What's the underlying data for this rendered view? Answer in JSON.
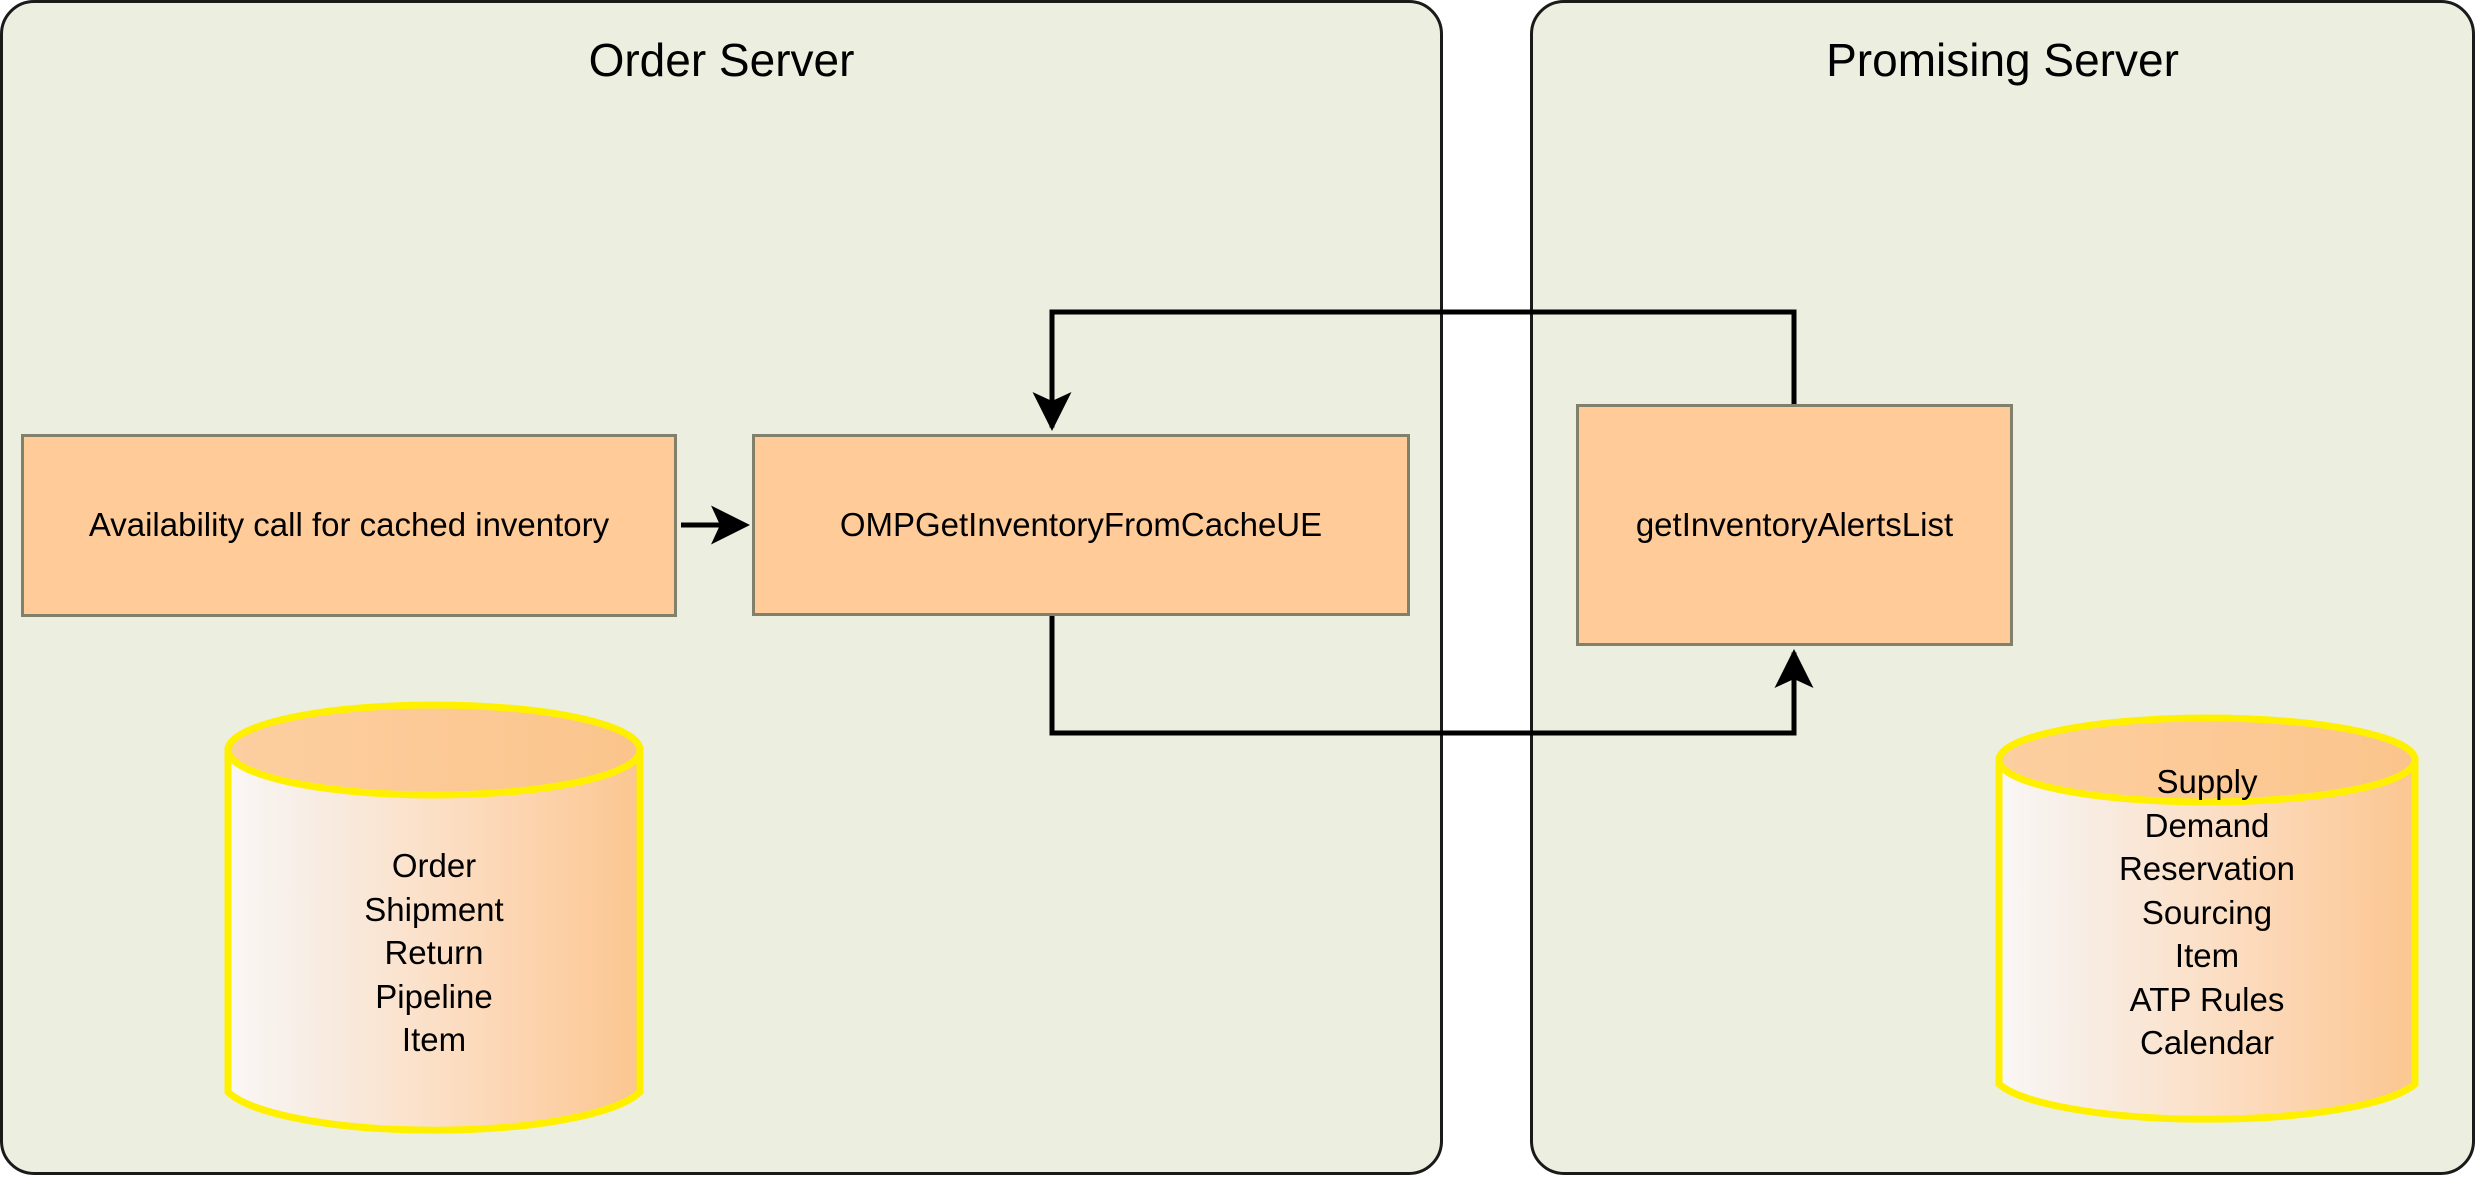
{
  "diagram": {
    "title_left": "Order Server",
    "title_right": "Promising Server",
    "colors": {
      "panel_fill": "#ECEFE0",
      "panel_border": "#1A1A1A",
      "box_fill": "#FFCC99",
      "box_border": "#80806B",
      "cylinder_outline": "#FFFF00",
      "cylinder_fill_end": "#FBC98D",
      "cylinder_top": "#FBC793",
      "connector": "#000000",
      "page_background": "#FFFFFF"
    }
  },
  "panels": [
    {
      "id": "order-server",
      "title": "Order Server",
      "boxes": [
        {
          "id": "availability-call",
          "label": "Availability call for cached inventory"
        },
        {
          "id": "omp-get-inventory-from-cache-ue",
          "label": "OMPGetInventoryFromCacheUE"
        }
      ],
      "datastore": {
        "id": "order-server-datastore",
        "entities": [
          "Order",
          "Shipment",
          "Return",
          "Pipeline",
          "Item"
        ],
        "label": "Order\nShipment\nReturn\nPipeline\nItem"
      }
    },
    {
      "id": "promising-server",
      "title": "Promising Server",
      "boxes": [
        {
          "id": "get-inventory-alerts-list",
          "label": "getInventoryAlertsList"
        }
      ],
      "datastore": {
        "id": "promising-server-datastore",
        "entities": [
          "Supply",
          "Demand",
          "Reservation",
          "Sourcing",
          "Item",
          "ATP Rules",
          "Calendar"
        ],
        "label": "Supply\nDemand\nReservation\nSourcing\nItem\nATP Rules\nCalendar"
      }
    }
  ],
  "connectors": [
    {
      "id": "availability-to-ompget",
      "from": "availability-call",
      "to": "omp-get-inventory-from-cache-ue",
      "style": "straight-arrow-right"
    },
    {
      "id": "alerts-to-ompget",
      "from": "get-inventory-alerts-list",
      "to": "omp-get-inventory-from-cache-ue",
      "style": "orthogonal-top-route-arrow-down"
    },
    {
      "id": "ompget-to-alerts",
      "from": "omp-get-inventory-from-cache-ue",
      "to": "get-inventory-alerts-list",
      "style": "orthogonal-bottom-route-arrow-up"
    }
  ]
}
